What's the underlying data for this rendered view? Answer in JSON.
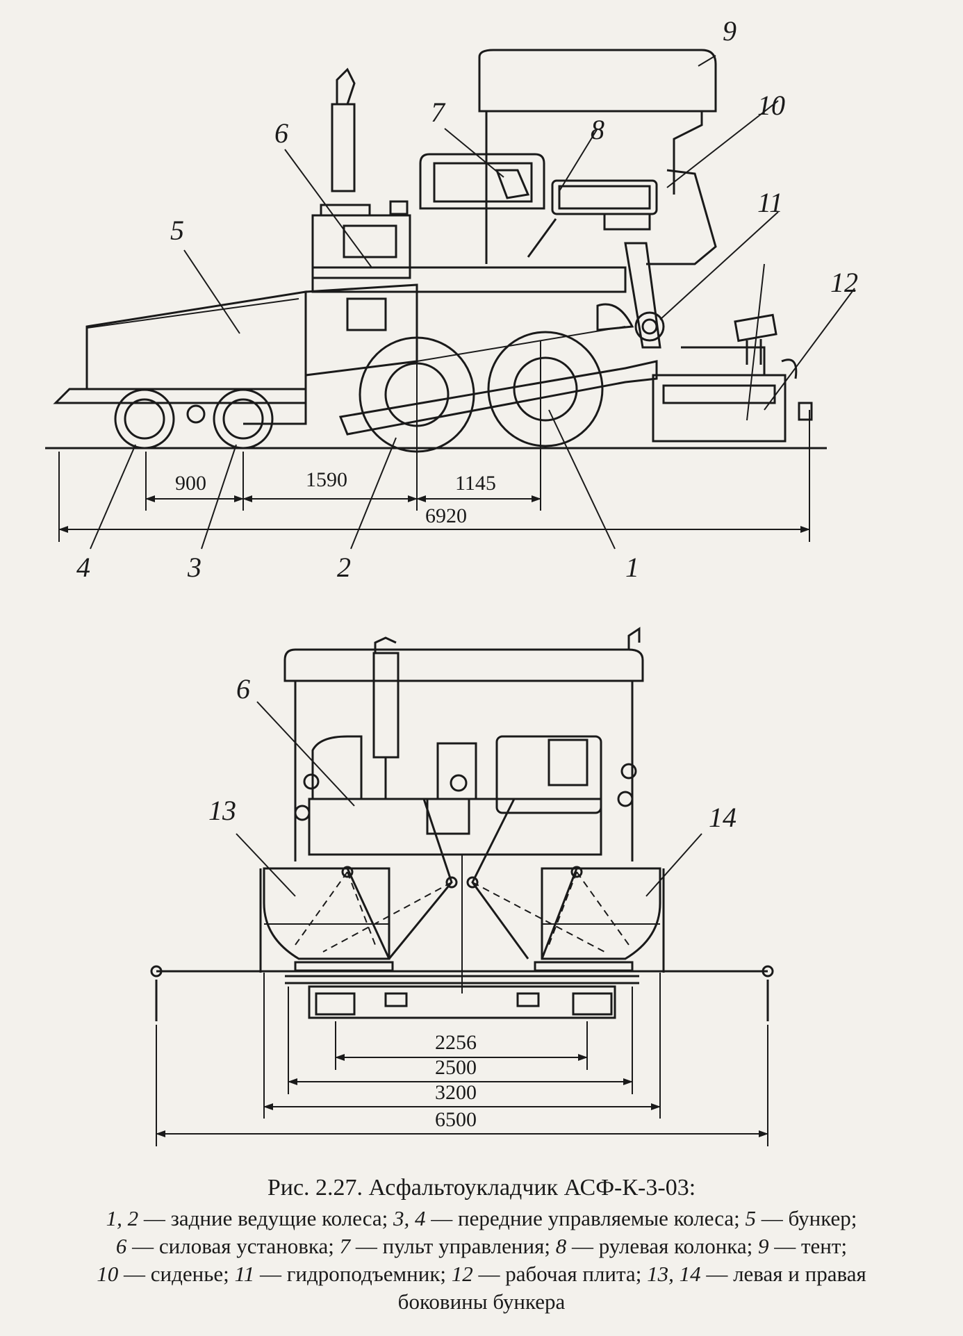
{
  "figure": {
    "title": "Рис. 2.27. Асфальтоукладчик АСФ-К-3-03:",
    "legend_lines": [
      [
        {
          "n": "1, 2"
        },
        {
          "t": " — задние ведущие колеса; "
        },
        {
          "n": "3, 4"
        },
        {
          "t": " — передние управляемые колеса; "
        },
        {
          "n": "5"
        },
        {
          "t": " — бункер;"
        }
      ],
      [
        {
          "n": "6"
        },
        {
          "t": " — силовая установка; "
        },
        {
          "n": "7"
        },
        {
          "t": " — пульт управления; "
        },
        {
          "n": "8"
        },
        {
          "t": " — рулевая колонка; "
        },
        {
          "n": "9"
        },
        {
          "t": " — тент;"
        }
      ],
      [
        {
          "n": "10"
        },
        {
          "t": " — сиденье; "
        },
        {
          "n": "11"
        },
        {
          "t": " — гидроподъемник; "
        },
        {
          "n": "12"
        },
        {
          "t": " — рабочая плита; "
        },
        {
          "n": "13, 14"
        },
        {
          "t": " — левая и правая"
        }
      ],
      [
        {
          "t": "боковины бункера"
        }
      ]
    ]
  },
  "side_view": {
    "callouts": [
      "1",
      "2",
      "3",
      "4",
      "5",
      "6",
      "7",
      "8",
      "9",
      "10",
      "11",
      "12"
    ],
    "dimensions": {
      "d900": "900",
      "d1590": "1590",
      "d1145": "1145",
      "d6920": "6920"
    }
  },
  "rear_view": {
    "callouts": [
      "6",
      "13",
      "14"
    ],
    "dimensions": {
      "d2256": "2256",
      "d2500": "2500",
      "d3200": "3200",
      "d6500": "6500"
    }
  }
}
